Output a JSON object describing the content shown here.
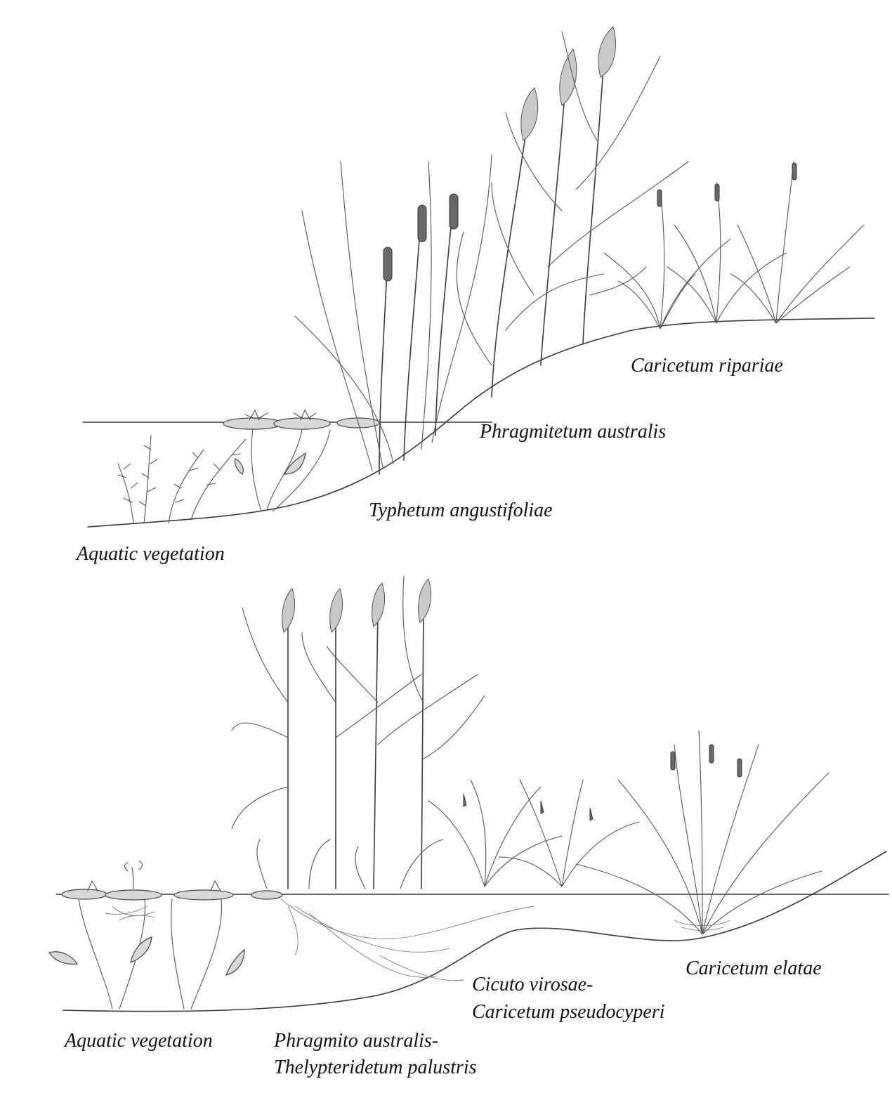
{
  "diagram": {
    "top_zonation": {
      "labels": {
        "aquatic": "Aquatic vegetation",
        "typhetum": "Typhetum angustifoliae",
        "phragmitetum": "Phragmitetum australis",
        "caricetum_ripariae": "Caricetum ripariae"
      }
    },
    "bottom_zonation": {
      "labels": {
        "aquatic": "Aquatic vegetation",
        "phragmito_line1": "Phragmito australis-",
        "phragmito_line2": "Thelypteridetum palustris",
        "cicuto_line1": "Cicuto virosae-",
        "cicuto_line2": "Caricetum pseudocyperi",
        "caricetum_elatae": "Caricetum elatae"
      }
    },
    "colors": {
      "ink": "#3a3a3a",
      "paper": "#ffffff"
    }
  }
}
